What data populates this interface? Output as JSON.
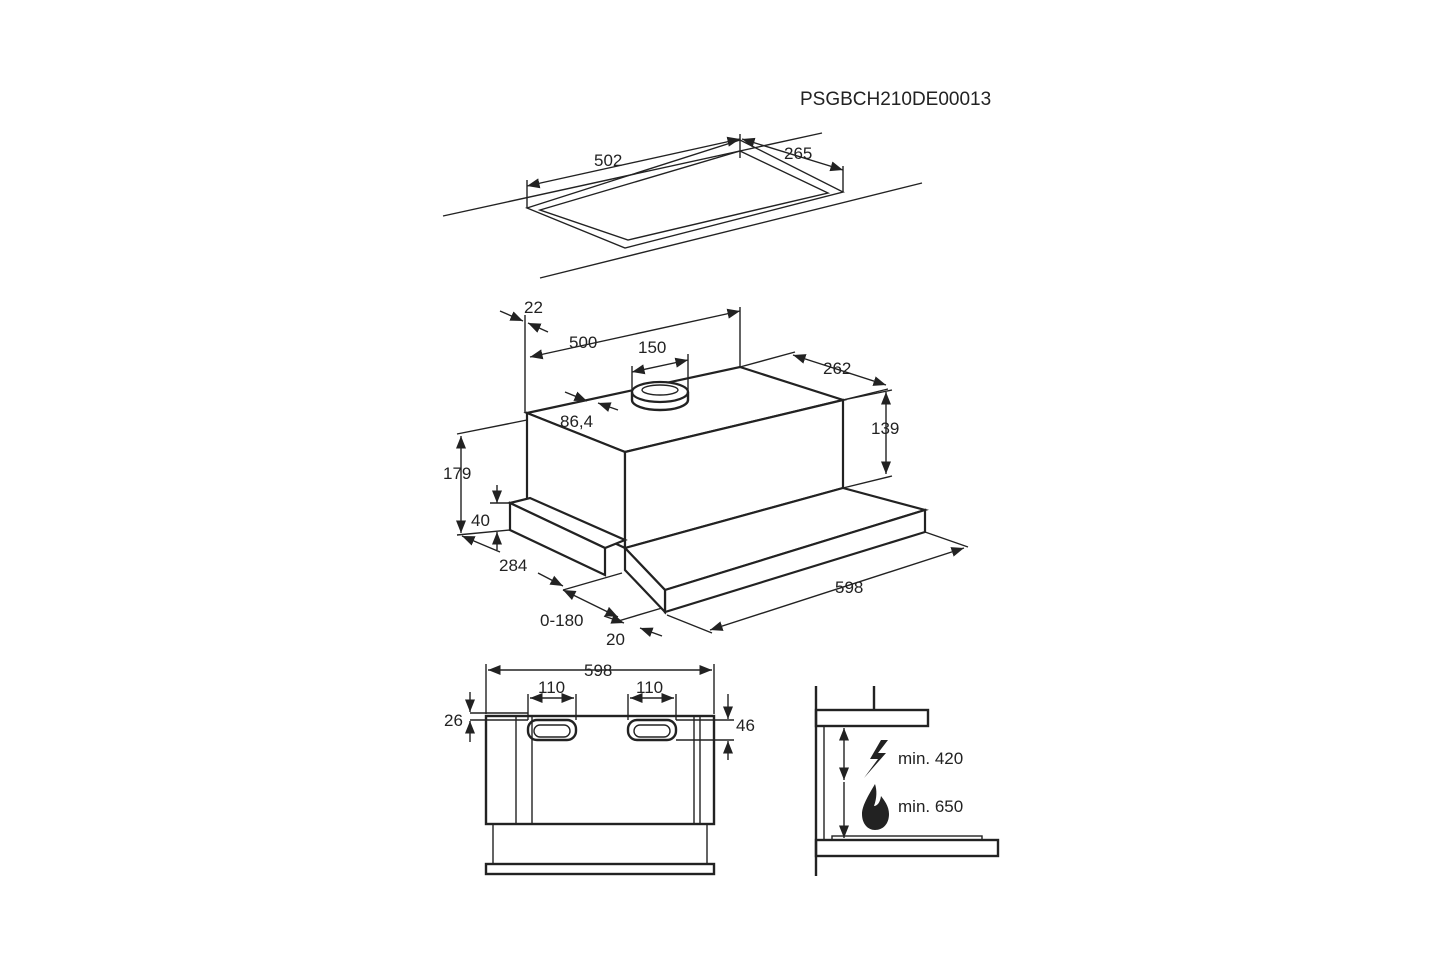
{
  "model_code": "PSGBCH210DE00013",
  "cutout": {
    "width": "502",
    "depth": "265"
  },
  "hood": {
    "top_offset": "22",
    "top_width": "500",
    "duct_diameter": "150",
    "top_depth": "262",
    "duct_offset": "86,4",
    "rear_height": "139",
    "total_height": "179",
    "front_height": "40",
    "depth": "284",
    "extension": "0-180",
    "front_panel": "20",
    "width": "598"
  },
  "front_view": {
    "width": "598",
    "opening_left": "110",
    "opening_right": "110",
    "offset_top": "26",
    "opening_height": "46"
  },
  "clearance": {
    "electric": "min. 420",
    "gas": "min. 650",
    "electric_icon": "lightning-icon",
    "gas_icon": "flame-icon"
  }
}
